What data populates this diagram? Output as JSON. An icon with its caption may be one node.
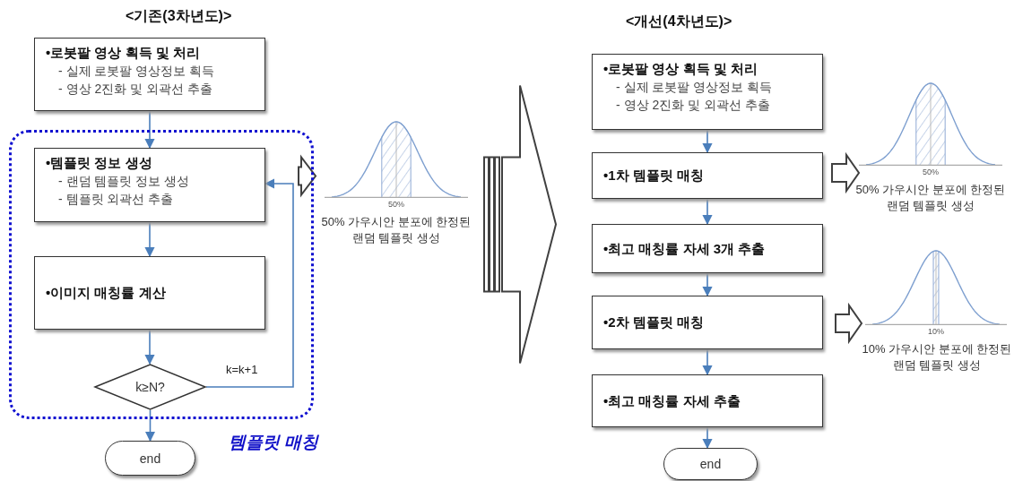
{
  "diagram": {
    "nodes": [
      {
        "text": [
          "템플릿 매칭"
        ]
      },
      {
        "text": [
          "•로봇팔 영상 획득 및 처리",
          "- 실제 로봇팔 영상정보 획득",
          "- 영상 2진화 및 외곽선 추출"
        ]
      },
      {
        "text": [
          "•템플릿 정보 생성",
          "- 랜덤 템플릿 정보 생성",
          "- 템플릿 외곽선 추출"
        ],
        "in": 0
      },
      {
        "text": [
          "•이미지 매칭률 계산"
        ],
        "in": 0
      },
      {
        "text": [
          "k≥N?"
        ],
        "in": 0
      },
      {
        "text": [
          "end"
        ]
      },
      {
        "text": [
          "50%"
        ],
        "beside": [
          "50% 가우시안 분포에 한정된 랜덤 템플릿 생성"
        ]
      },
      {
        "text": [
          "•로봇팔 영상 획득 및 처리",
          "- 실제 로봇팔 영상정보 획득",
          "- 영상 2진화 및 외곽선 추출"
        ]
      },
      {
        "text": [
          "•1차 템플릿 매칭"
        ]
      },
      {
        "text": [
          "•최고 매칭률 자세 3개 추출"
        ]
      },
      {
        "text": [
          "•2차 템플릿 매칭"
        ]
      },
      {
        "text": [
          "•최고 매칭률 자세 추출"
        ]
      },
      {
        "text": [
          "end"
        ]
      },
      {
        "text": [
          "50%"
        ],
        "beside": [
          "50% 가우시안 분포에 한정된 랜덤 템플릿 생성"
        ]
      },
      {
        "text": [
          "10%"
        ],
        "beside": [
          "10% 가우시안 분포에 한정된 랜덤 템플릿 생성"
        ]
      }
    ],
    "edges": [
      {
        "from": 1,
        "to": 2,
        "arrow": "to"
      },
      {
        "from": 2,
        "to": 3,
        "arrow": "to"
      },
      {
        "from": 3,
        "to": 4,
        "arrow": "to"
      },
      {
        "from": 4,
        "to": 2,
        "arrow": "to",
        "label": "k=k+1"
      },
      {
        "from": 4,
        "to": 5,
        "arrow": "to"
      },
      {
        "from": 2,
        "to": 6,
        "arrow": "to",
        "style": "thick",
        "color": "#404040"
      },
      {
        "from": 6,
        "to": 7,
        "arrow": "to",
        "style": "thick",
        "color": "#404040"
      },
      {
        "from": 7,
        "to": 8,
        "arrow": "to"
      },
      {
        "from": 8,
        "to": 9,
        "arrow": "to"
      },
      {
        "from": 9,
        "to": 10,
        "arrow": "to"
      },
      {
        "from": 10,
        "to": 11,
        "arrow": "to"
      },
      {
        "from": 11,
        "to": 12,
        "arrow": "to"
      },
      {
        "from": 8,
        "to": 13,
        "arrow": "to",
        "style": "thick",
        "color": "#404040"
      },
      {
        "from": 10,
        "to": 14,
        "arrow": "to",
        "style": "thick",
        "color": "#404040"
      }
    ],
    "labels": [
      "<기존(3차년도)>",
      "<개선(4차년도)>"
    ]
  }
}
